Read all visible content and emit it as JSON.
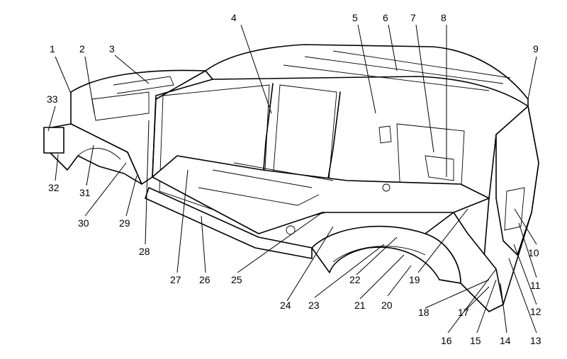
{
  "diagram": {
    "subject": "vehicle body structure",
    "callouts": [
      "1",
      "2",
      "3",
      "4",
      "5",
      "6",
      "7",
      "8",
      "9",
      "10",
      "11",
      "12",
      "13",
      "14",
      "15",
      "16",
      "17",
      "18",
      "19",
      "20",
      "21",
      "22",
      "23",
      "24",
      "25",
      "26",
      "27",
      "28",
      "29",
      "30",
      "31",
      "32",
      "33"
    ]
  }
}
